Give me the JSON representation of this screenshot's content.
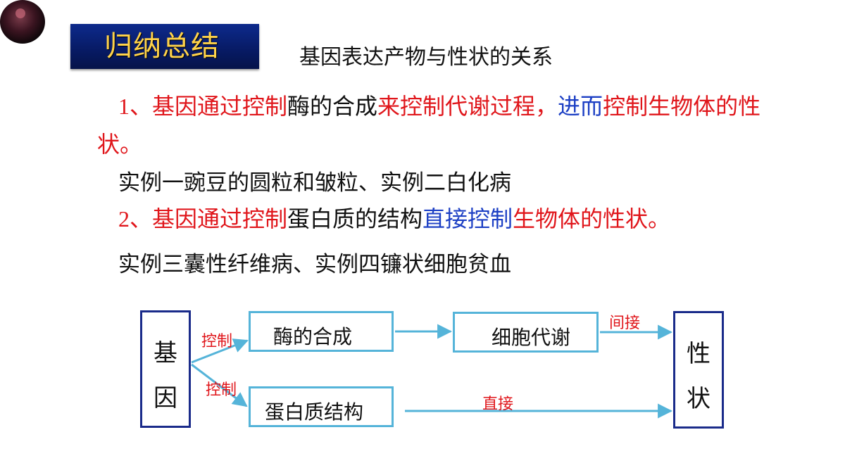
{
  "header": {
    "badge_title": "归纳总结",
    "subtitle": "基因表达产物与性状的关系"
  },
  "point1": {
    "num": "1",
    "seg_a": "、基因通过控制",
    "seg_b": "酶的合成",
    "seg_c": "来控制代谢过程，",
    "seg_d": "进而",
    "seg_e": "控制生物体的性状。"
  },
  "example1": "实例一豌豆的圆粒和皱粒、实例二白化病",
  "point2": {
    "num": "2",
    "seg_a": "、基因通过控制",
    "seg_b": "蛋白质的结构",
    "seg_c": "直接控制",
    "seg_d": "生物体的性状。"
  },
  "example2": "实例三囊性纤维病、实例四镰状细胞贫血",
  "diagram": {
    "gene_top": "基",
    "gene_bottom": "因",
    "trait_top": "性",
    "trait_bottom": "状",
    "enzyme_box": "酶的合成",
    "cell_box": "细胞代谢",
    "protein_box": "蛋白质结构",
    "label_control_1": "控制",
    "label_control_2": "控制",
    "label_indirect": "间接",
    "label_direct": "直接"
  },
  "colors": {
    "accent_red": "#e0161b",
    "accent_blue": "#1c3fc4",
    "badge_bg": "#0d2a8c",
    "badge_text": "#ffd34a",
    "arrow": "#55b4d9"
  }
}
